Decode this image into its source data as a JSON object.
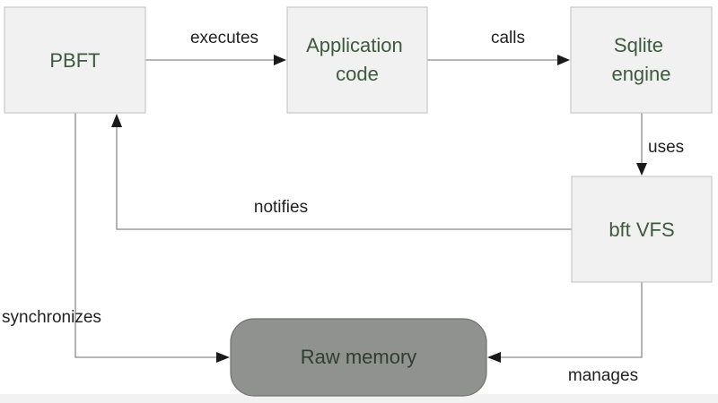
{
  "nodes": {
    "pbft": {
      "label": "PBFT"
    },
    "app": {
      "lines": [
        "Application",
        "code"
      ]
    },
    "sqlite": {
      "lines": [
        "Sqlite",
        "engine"
      ]
    },
    "vfs": {
      "label": "bft VFS"
    },
    "raw": {
      "label": "Raw memory"
    }
  },
  "edges": {
    "executes": {
      "label": "executes"
    },
    "calls": {
      "label": "calls"
    },
    "uses": {
      "label": "uses"
    },
    "notifies": {
      "label": "notifies"
    },
    "synchronizes": {
      "label": "synchronizes"
    },
    "manages": {
      "label": "manages"
    }
  },
  "colors": {
    "box_fill": "#f1f1f1",
    "box_stroke": "#c8c8c8",
    "raw_fill": "#8f928f",
    "node_text": "#3d5a3d",
    "edge_line": "#8a8a8a",
    "edge_text": "#222222",
    "arrowhead": "#1a1a1a"
  }
}
